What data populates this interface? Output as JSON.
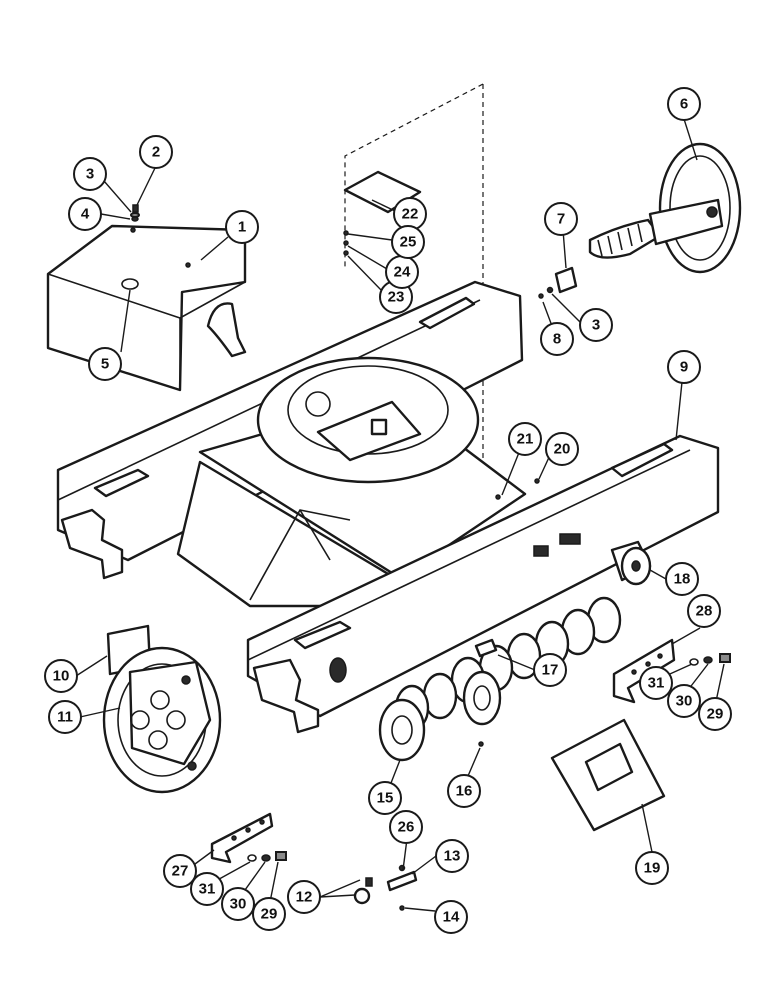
{
  "callouts": [
    {
      "id": "c1",
      "label": "1"
    },
    {
      "id": "c2",
      "label": "2"
    },
    {
      "id": "c3a",
      "label": "3"
    },
    {
      "id": "c4",
      "label": "4"
    },
    {
      "id": "c5",
      "label": "5"
    },
    {
      "id": "c6",
      "label": "6"
    },
    {
      "id": "c7",
      "label": "7"
    },
    {
      "id": "c3b",
      "label": "3"
    },
    {
      "id": "c8",
      "label": "8"
    },
    {
      "id": "c9",
      "label": "9"
    },
    {
      "id": "c10",
      "label": "10"
    },
    {
      "id": "c11",
      "label": "11"
    },
    {
      "id": "c12",
      "label": "12"
    },
    {
      "id": "c13",
      "label": "13"
    },
    {
      "id": "c14",
      "label": "14"
    },
    {
      "id": "c15",
      "label": "15"
    },
    {
      "id": "c16",
      "label": "16"
    },
    {
      "id": "c17",
      "label": "17"
    },
    {
      "id": "c18",
      "label": "18"
    },
    {
      "id": "c19",
      "label": "19"
    },
    {
      "id": "c20",
      "label": "20"
    },
    {
      "id": "c21",
      "label": "21"
    },
    {
      "id": "c22",
      "label": "22"
    },
    {
      "id": "c23",
      "label": "23"
    },
    {
      "id": "c24",
      "label": "24"
    },
    {
      "id": "c25",
      "label": "25"
    },
    {
      "id": "c26",
      "label": "26"
    },
    {
      "id": "c27",
      "label": "27"
    },
    {
      "id": "c28",
      "label": "28"
    },
    {
      "id": "c29a",
      "label": "29"
    },
    {
      "id": "c29b",
      "label": "29"
    },
    {
      "id": "c30a",
      "label": "30"
    },
    {
      "id": "c30b",
      "label": "30"
    },
    {
      "id": "c31a",
      "label": "31"
    },
    {
      "id": "c31b",
      "label": "31"
    }
  ]
}
